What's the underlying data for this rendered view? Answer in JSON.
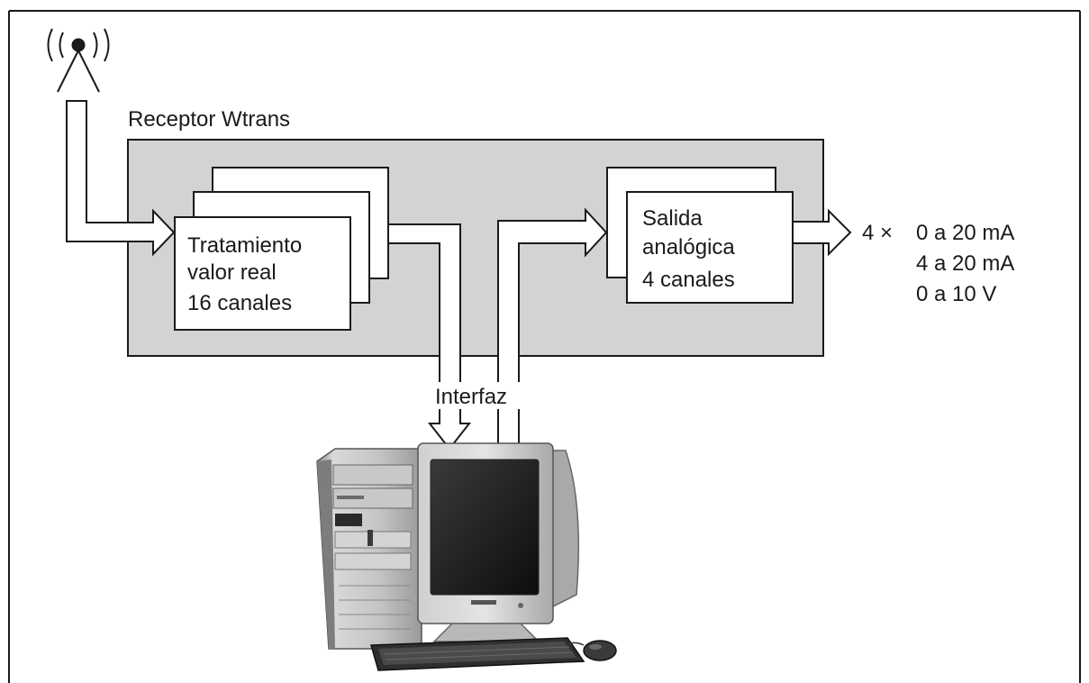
{
  "receiver": {
    "title": "Receptor Wtrans"
  },
  "processing_block": {
    "lines": [
      "Tratamiento",
      "valor real",
      "16 canales"
    ]
  },
  "output_block": {
    "lines": [
      "Salida",
      "analógica",
      "4 canales"
    ]
  },
  "outputs": {
    "multiplier": "4 ×",
    "ranges": [
      "0 a 20 mA",
      "4 a 20 mA",
      "0 a 10 V"
    ]
  },
  "interface": {
    "label": "Interfaz"
  },
  "icons": {
    "antenna": "antenna-icon",
    "computer": "desktop-computer-icon"
  },
  "colors": {
    "receiver_fill": "#d3d3d3",
    "block_fill": "#ffffff",
    "line": "#1a1a1a"
  }
}
